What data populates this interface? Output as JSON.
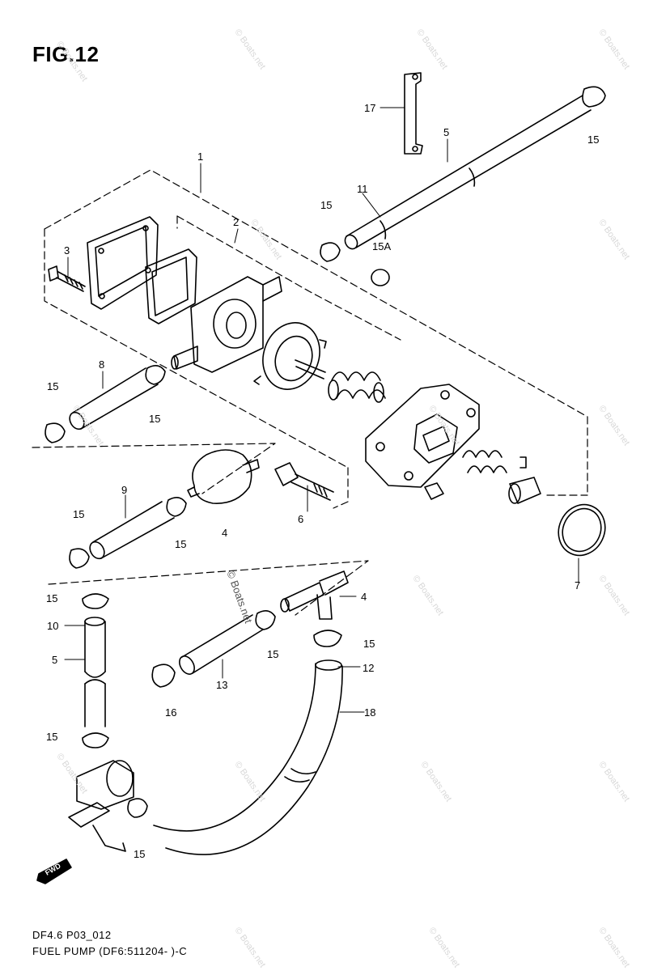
{
  "figure": {
    "title": "FIG.12",
    "code": "DF4.6 P03_012",
    "caption": "FUEL PUMP (DF6:511204- )-C",
    "fwd_label": "FWD"
  },
  "watermark": {
    "text": "© Boats.net",
    "center_text": "© Boats.net"
  },
  "callouts": [
    {
      "id": "c1",
      "label": "1"
    },
    {
      "id": "c2",
      "label": "2"
    },
    {
      "id": "c3",
      "label": "3"
    },
    {
      "id": "c4a",
      "label": "4"
    },
    {
      "id": "c4b",
      "label": "4"
    },
    {
      "id": "c5a",
      "label": "5"
    },
    {
      "id": "c5b",
      "label": "5"
    },
    {
      "id": "c6",
      "label": "6"
    },
    {
      "id": "c7",
      "label": "7"
    },
    {
      "id": "c8",
      "label": "8"
    },
    {
      "id": "c9",
      "label": "9"
    },
    {
      "id": "c10",
      "label": "10"
    },
    {
      "id": "c11",
      "label": "11"
    },
    {
      "id": "c12",
      "label": "12"
    },
    {
      "id": "c13",
      "label": "13"
    },
    {
      "id": "c15a",
      "label": "15"
    },
    {
      "id": "c15b",
      "label": "15"
    },
    {
      "id": "c15c",
      "label": "15"
    },
    {
      "id": "c15d",
      "label": "15"
    },
    {
      "id": "c15e",
      "label": "15"
    },
    {
      "id": "c15f",
      "label": "15"
    },
    {
      "id": "c15g",
      "label": "15"
    },
    {
      "id": "c15h",
      "label": "15"
    },
    {
      "id": "c15i",
      "label": "15"
    },
    {
      "id": "c15j",
      "label": "15"
    },
    {
      "id": "c15k",
      "label": "15"
    },
    {
      "id": "c15A",
      "label": "15A"
    },
    {
      "id": "c16",
      "label": "16"
    },
    {
      "id": "c17",
      "label": "17"
    },
    {
      "id": "c18",
      "label": "18"
    }
  ]
}
